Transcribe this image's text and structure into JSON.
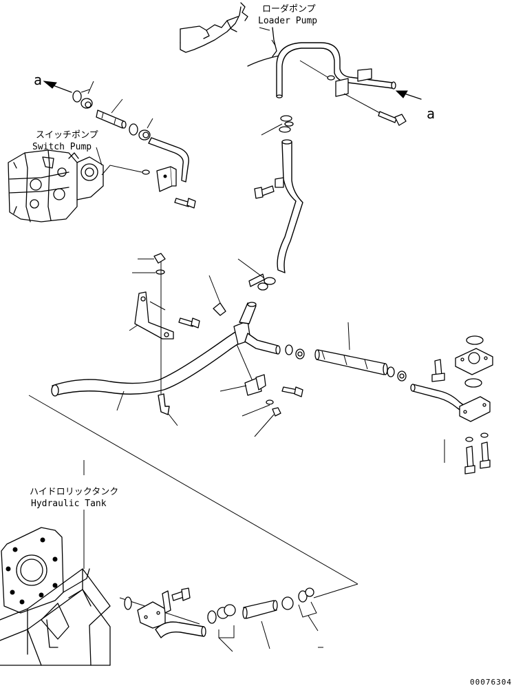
{
  "labels": {
    "loader_pump_jp": "ローダポンプ",
    "loader_pump_en": "Loader Pump",
    "switch_pump_jp": "スイッチポンプ",
    "switch_pump_en": "Switch Pump",
    "hydraulic_tank_jp": "ハイドロリックタンク",
    "hydraulic_tank_en": "Hydraulic Tank",
    "ref_a_left": "a",
    "ref_a_right": "a",
    "drawing_number": "00076304"
  }
}
